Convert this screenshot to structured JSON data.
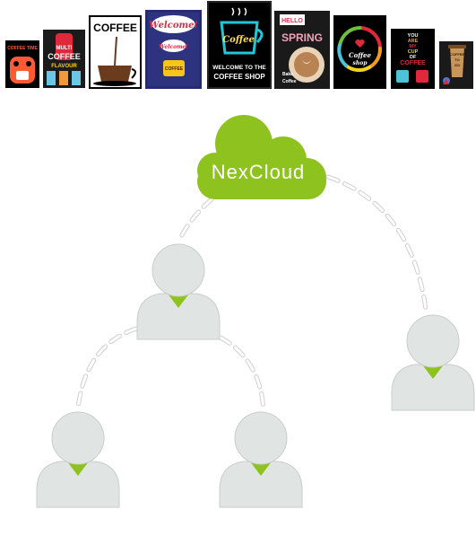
{
  "cloud": {
    "label": "NexCloud",
    "color": "#8dc21f",
    "text_color": "#ffffff"
  },
  "colors": {
    "connector": "#cfcfcf",
    "avatar_fill": "#e0e4e3",
    "avatar_stroke": "#c8cccb",
    "avatar_accent": "#8dc21f"
  },
  "thumbnails": [
    {
      "name": "coffee-time",
      "lines": [
        "COFFEE TIME"
      ],
      "background": "#000000"
    },
    {
      "name": "multi-coffee-flavour",
      "lines": [
        "MULTI",
        "COFFEE",
        "FLAVOUR"
      ],
      "background": "#1b1b1b"
    },
    {
      "name": "coffee-cup",
      "lines": [
        "COFFEE"
      ],
      "background": "#ffffff"
    },
    {
      "name": "welcome-coffee",
      "lines": [
        "Welcome!",
        "Welcome!",
        "COFFEE"
      ],
      "background": "#2a2d6e"
    },
    {
      "name": "welcome-coffee-shop",
      "lines": [
        "Coffee",
        "WELCOME TO THE",
        "COFFEE SHOP"
      ],
      "background": "#000000"
    },
    {
      "name": "hello-spring",
      "lines": [
        "HELLO",
        "SPRING",
        "Bake",
        "Coffee"
      ],
      "background": "#1a1a1a"
    },
    {
      "name": "coffee-shop-heart",
      "lines": [
        "Coffee",
        "shop"
      ],
      "background": "#000000"
    },
    {
      "name": "you-are-my-cup",
      "lines": [
        "YOU",
        "ARE",
        "MY",
        "CUP",
        "OF",
        "COFFEE"
      ],
      "background": "#000000"
    },
    {
      "name": "coffee-to-go",
      "lines": [
        "COFFEE",
        "TO",
        "GO"
      ],
      "background": "#1a1a1a"
    }
  ]
}
